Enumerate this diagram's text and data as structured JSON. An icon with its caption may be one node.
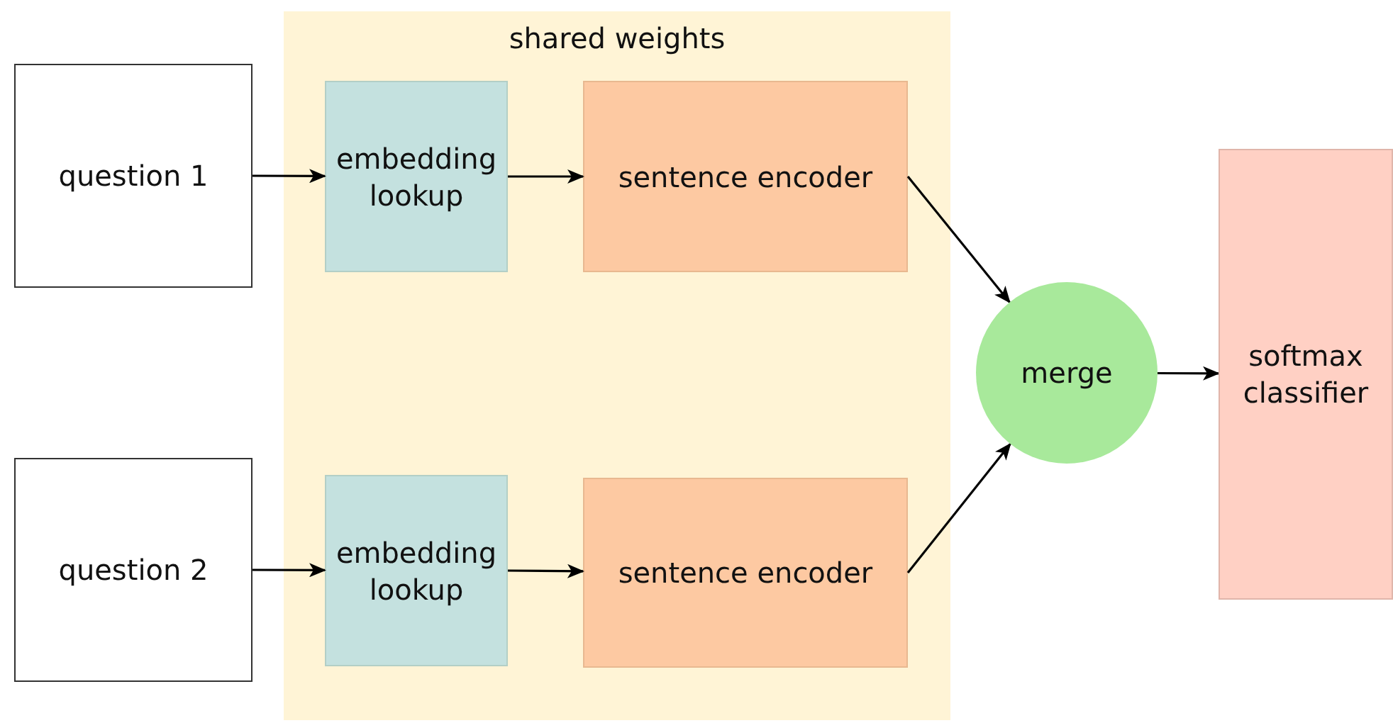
{
  "diagram": {
    "nodes": [
      {
        "text": [
          "shared weights"
        ]
      },
      {
        "text": [
          "question 1"
        ]
      },
      {
        "text": [
          "embedding lookup"
        ],
        "in": 0
      },
      {
        "text": [
          "sentence encoder"
        ],
        "in": 0
      },
      {
        "text": [
          "question 2"
        ]
      },
      {
        "text": [
          "embedding lookup"
        ],
        "in": 0
      },
      {
        "text": [
          "sentence encoder"
        ],
        "in": 0
      },
      {
        "text": [
          "merge"
        ]
      },
      {
        "text": [
          "softmax classifier"
        ]
      }
    ],
    "edges": [
      {
        "from": 1,
        "to": 2,
        "arrow": "to"
      },
      {
        "from": 2,
        "to": 3,
        "arrow": "to"
      },
      {
        "from": 3,
        "to": 7,
        "arrow": "to"
      },
      {
        "from": 4,
        "to": 5,
        "arrow": "to"
      },
      {
        "from": 5,
        "to": 6,
        "arrow": "to"
      },
      {
        "from": 6,
        "to": 7,
        "arrow": "to"
      },
      {
        "from": 7,
        "to": 8,
        "arrow": "to"
      }
    ]
  }
}
